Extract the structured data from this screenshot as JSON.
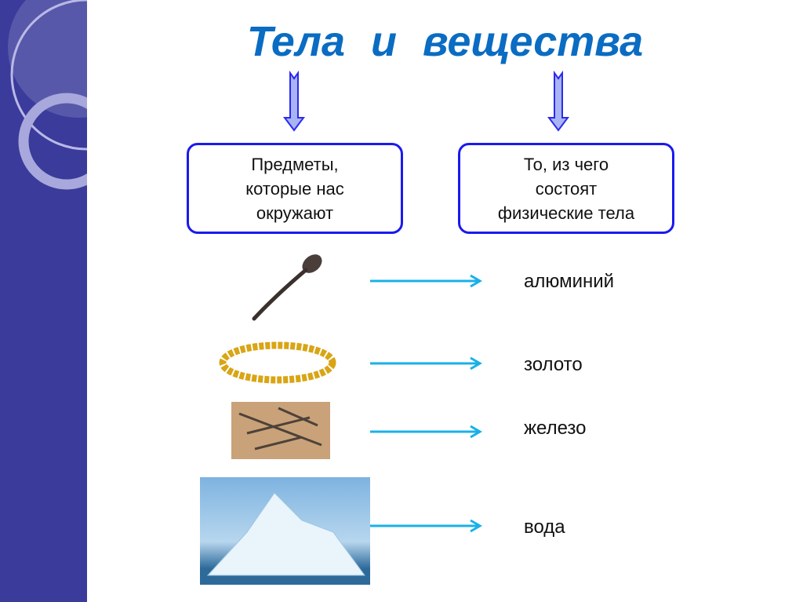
{
  "title": "Тела   и  вещества",
  "boxes": {
    "bodies": "Предметы,\nкоторые нас\nокружают",
    "substances": "То, из чего\nсостоят\nфизические тела"
  },
  "pairs": [
    {
      "object_icon": "spoon",
      "substance": "алюминий"
    },
    {
      "object_icon": "gold-bracelet",
      "substance": "золото"
    },
    {
      "object_icon": "nails",
      "substance": "железо"
    },
    {
      "object_icon": "iceberg",
      "substance": "вода"
    }
  ],
  "colors": {
    "title": "#0a6cc2",
    "sidebar": "#3b3b9c",
    "box_border": "#1a1aee",
    "arrow": "#1ab0e8"
  }
}
